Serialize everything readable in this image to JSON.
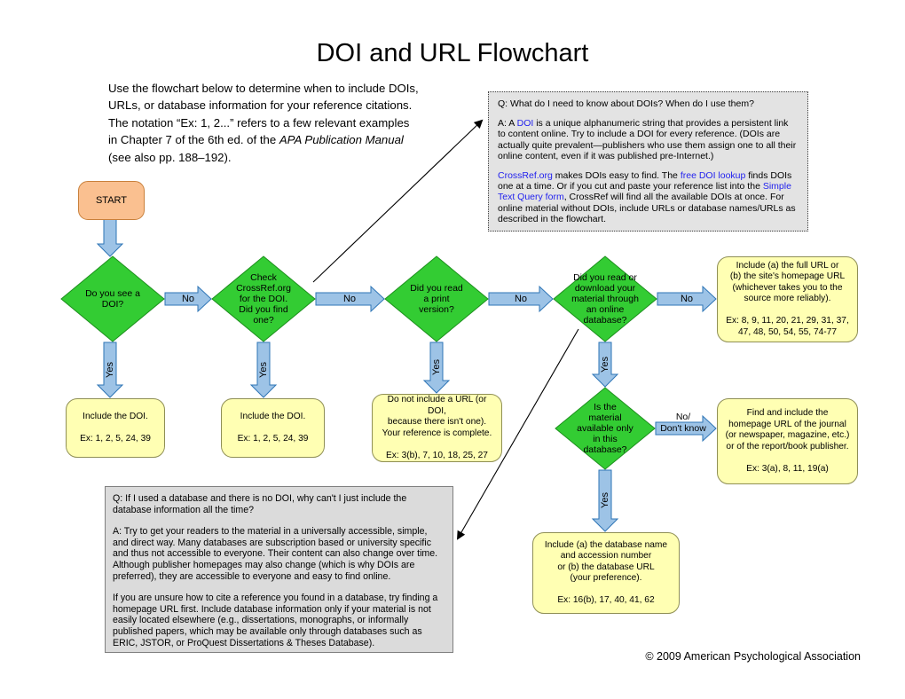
{
  "title": "DOI and URL Flowchart",
  "intro": {
    "part1": "Use the flowchart below to determine when to include DOIs, URLs, or database information for your reference citations. The notation “Ex: 1, 2...” refers to a few relevant examples in Chapter 7 of the 6th ed. of the ",
    "italic": "APA Publication Manual",
    "part2": " (see also pp. 188–192)."
  },
  "qa_top": {
    "q": "Q: What do I need to know about DOIs? When do I use them?",
    "a_seg1": "A: A ",
    "a_link_doi": "DOI",
    "a_seg2": " is a unique alphanumeric string that provides a persistent link to content online. Try to include a DOI for every reference. (DOIs are actually quite prevalent—publishers who use them assign one to all their online content, even if it was published pre-Internet.)",
    "p2_link_crossref": "CrossRef.org",
    "p2_seg1": " makes DOIs easy to find. The ",
    "p2_link_lookup": "free DOI lookup",
    "p2_seg2": " finds DOIs one at a time. Or if you cut and paste your reference list into the ",
    "p2_link_stq": "Simple Text Query form",
    "p2_seg3": ", CrossRef will find all the available DOIs at once. For online material without DOIs, include URLs or database names/URLs as described in the flowchart."
  },
  "nodes": {
    "start": "START",
    "d1": "Do you see a\nDOI?",
    "d2": "Check\nCrossRef.org\nfor the DOI.\nDid you find\none?",
    "d3": "Did you read\na print\nversion?",
    "d4": "Did you read or\ndownload your\nmaterial through\nan online\ndatabase?",
    "d5": "Is the\nmaterial\navailable only\nin this\ndatabase?"
  },
  "labels": {
    "no": "No",
    "yes": "Yes",
    "no_dont_know": "No/\nDon't know"
  },
  "outcomes": {
    "b1": "Include the DOI.\n\nEx: 1, 2, 5, 24, 39",
    "b2": "Include the DOI.\n\nEx: 1, 2, 5, 24, 39",
    "b3": "Do not include a URL (or DOI,\nbecause there isn't one).\nYour reference is complete.\n\nEx: 3(b), 7, 10, 18, 25, 27",
    "b4": "Include (a) the full URL or\n(b) the site's homepage URL\n(whichever takes you to the\nsource more reliably).\n\nEx: 8, 9, 11, 20, 21, 29, 31, 37, 47, 48, 50, 54, 55, 74-77",
    "b5": "Find and include the\nhomepage URL of the journal\n(or newspaper, magazine, etc.)\nor of the report/book publisher.\n\nEx: 3(a), 8, 11, 19(a)",
    "b6": "Include (a) the database name\nand accession number\nor (b) the database URL\n(your preference).\n\nEx: 16(b), 17, 40, 41, 62"
  },
  "qa_bottom": {
    "q": "Q: If I used a database and there is no DOI, why can't I just include the database information all the time?",
    "a1": "A: Try to get your readers to the material in a universally accessible, simple, and direct way. Many databases are subscription based or university specific and thus not accessible to everyone. Their content can also change over time. Although publisher homepages may also change (which is why DOIs are preferred), they are accessible to everyone and easy to find online.",
    "a2": "If you are unsure how to cite a reference you found in a database, try finding a homepage URL first. Include database information only if your material is not easily located elsewhere (e.g., dissertations, monographs, or informally published papers, which may be available only through databases such as ERIC, JSTOR, or ProQuest Dissertations & Theses Database)."
  },
  "copyright": "© 2009 American Psychological Association",
  "colors": {
    "diamond": "#33CC33",
    "arrow": "#9DC3E6",
    "start": "#FAC090",
    "outcome": "#FFFFB3",
    "link": "#2222EE"
  }
}
